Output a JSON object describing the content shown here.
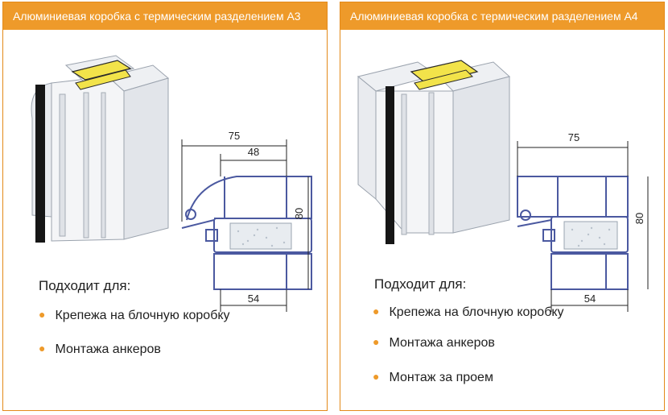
{
  "colors": {
    "accent": "#ee9a2a",
    "insert": "#f2e34a",
    "frame_stroke": "#4b59a0"
  },
  "panels": [
    {
      "title": "Алюминиевая коробка с термическим разделением А3",
      "suitable_for": "Подходит для:",
      "items": [
        "Крепежа на блочную коробку",
        "Монтажа анкеров"
      ],
      "dims": {
        "total_width": "75",
        "inner_width": "48",
        "height": "80",
        "bottom_width": "54"
      }
    },
    {
      "title": "Алюминиевая коробка с термическим разделением А4",
      "suitable_for": "Подходит для:",
      "items": [
        "Крепежа на блочную коробку",
        "Монтажа анкеров",
        "Монтаж за проем"
      ],
      "dims": {
        "total_width": "75",
        "height": "80",
        "bottom_width": "54"
      }
    }
  ]
}
